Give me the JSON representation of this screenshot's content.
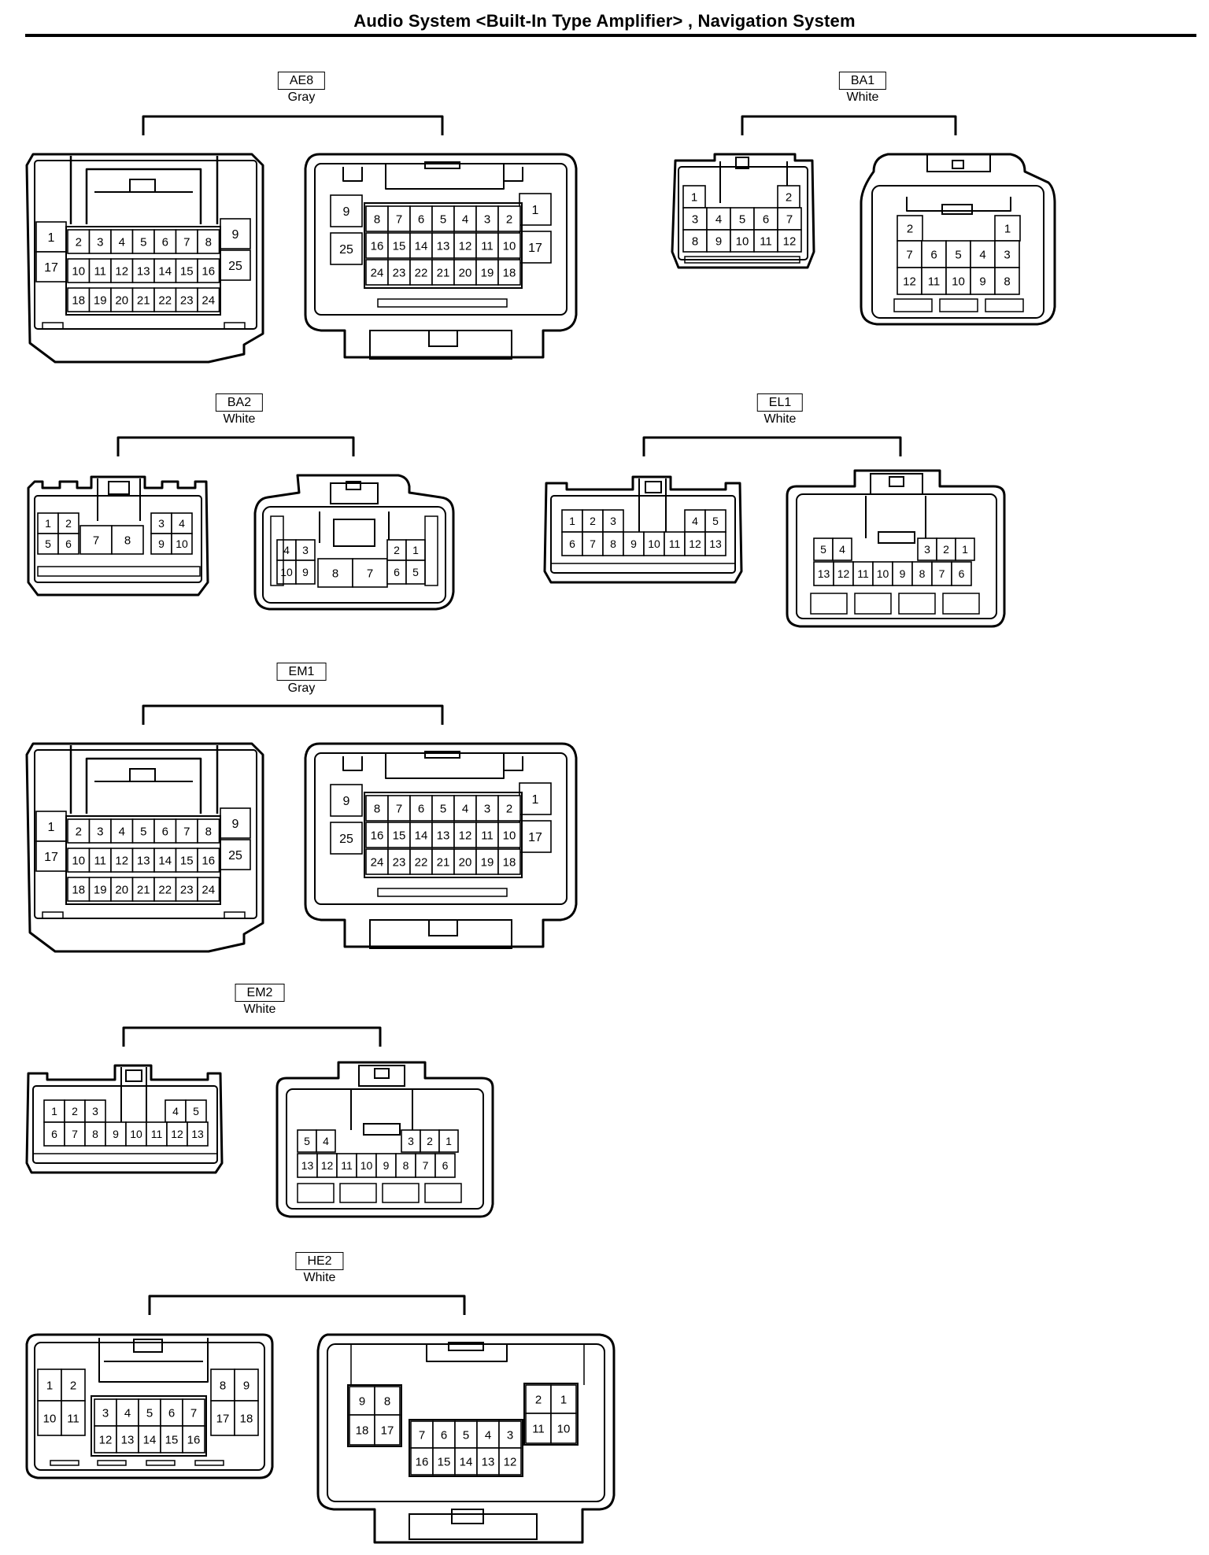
{
  "title": "Audio System <Built-In Type Amplifier> , Navigation System",
  "groups": [
    {
      "code": "AE8",
      "color": "Gray"
    },
    {
      "code": "BA1",
      "color": "White"
    },
    {
      "code": "BA2",
      "color": "White"
    },
    {
      "code": "EL1",
      "color": "White"
    },
    {
      "code": "EM1",
      "color": "Gray"
    },
    {
      "code": "EM2",
      "color": "White"
    },
    {
      "code": "HE2",
      "color": "White"
    }
  ]
}
